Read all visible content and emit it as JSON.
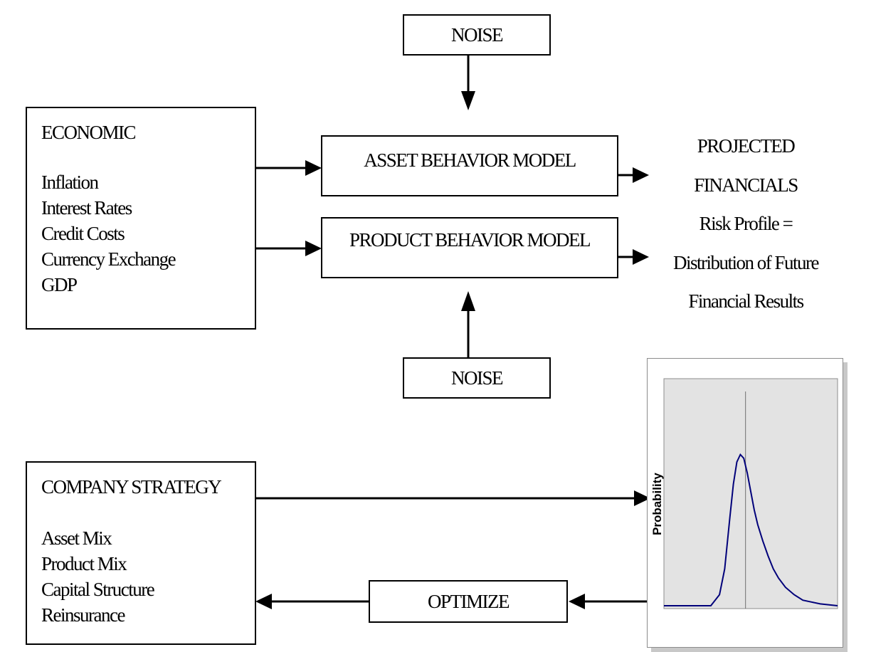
{
  "noise_top": "NOISE",
  "noise_bottom": "NOISE",
  "economic": {
    "title": "ECONOMIC",
    "items": [
      "Inflation",
      "Interest Rates",
      "Credit Costs",
      "Currency Exchange",
      "GDP"
    ]
  },
  "asset_model": "ASSET BEHAVIOR MODEL",
  "product_model": "PRODUCT BEHAVIOR MODEL",
  "projected": {
    "lines": [
      "PROJECTED",
      "FINANCIALS",
      "Risk Profile =",
      "Distribution of Future",
      "Financial Results"
    ]
  },
  "strategy": {
    "title": "COMPANY STRATEGY",
    "items": [
      "Asset Mix",
      "Product Mix",
      "Capital Structure",
      "Reinsurance"
    ]
  },
  "optimize": "OPTIMIZE",
  "chart_data": {
    "type": "line",
    "ylabel": "Probability",
    "xlabel": "",
    "title": "",
    "grid": false,
    "legend": "none",
    "plot_background": "#e3e3e3",
    "line_color": "#00007a",
    "xlim": [
      0,
      100
    ],
    "ylim": [
      0,
      100
    ],
    "marker_line_x": 47,
    "x": [
      0,
      27,
      32,
      35,
      38,
      40,
      42,
      44,
      46,
      48,
      50,
      52,
      54,
      57,
      60,
      63,
      66,
      70,
      75,
      80,
      85,
      90,
      100
    ],
    "y": [
      0,
      0,
      6,
      20,
      48,
      66,
      78,
      82,
      80,
      72,
      62,
      52,
      44,
      35,
      27,
      20,
      15,
      10,
      6,
      3,
      2,
      1,
      0
    ]
  }
}
